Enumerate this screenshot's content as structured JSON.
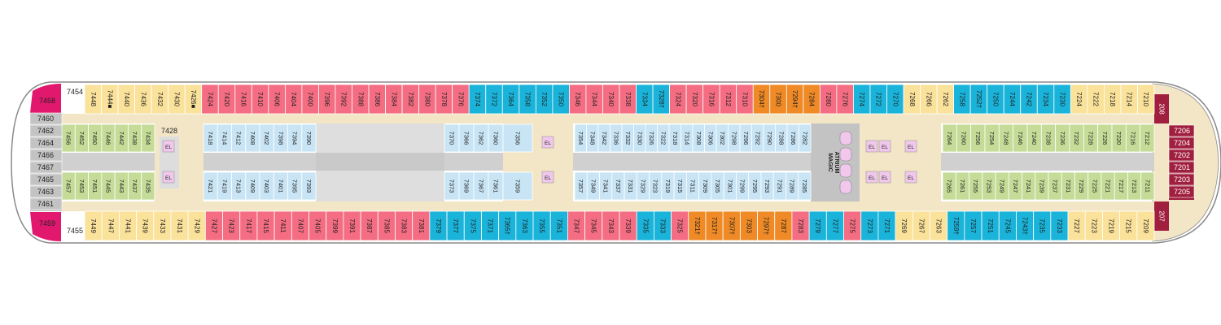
{
  "colors": {
    "pink": "#f46d83",
    "blue": "#1ab4da",
    "orange": "#ef8a26",
    "magenta": "#e2186f",
    "yellow": "#fbe29b",
    "green": "#c4dc97",
    "light_blue": "#c9e5f5",
    "corridor": "#f3e6c6",
    "gray": "#c3c3c3",
    "lavender": "#f1c8ec",
    "dark_red": "#a01e3e",
    "hull": "#ffffff",
    "hull_outline": "#8a8a8a",
    "text": "#222222"
  },
  "atrium_label": [
    "MAGIC",
    "ATRIUM"
  ],
  "elevator_label": "EL",
  "bow_top": [
    "7206",
    "7204",
    "7202",
    "7201",
    "7203",
    "7205"
  ],
  "bow_tip": [
    "208",
    "207"
  ],
  "port_labels": [
    "7458",
    "7459"
  ],
  "aft_gray": [
    "7460",
    "7462",
    "7464",
    "7466",
    "7467",
    "7465",
    "7463",
    "7461"
  ],
  "aft_small": [
    "7454",
    "7455"
  ],
  "inner_label": "7428",
  "top_row": [
    {
      "n": "7448",
      "c": "yellow"
    },
    {
      "n": "7444■",
      "c": "yellow"
    },
    {
      "n": "7440",
      "c": "yellow"
    },
    {
      "n": "7436",
      "c": "yellow"
    },
    {
      "n": "7432",
      "c": "yellow"
    },
    {
      "n": "7430",
      "c": "yellow"
    },
    {
      "n": "7426■",
      "c": "yellow"
    },
    {
      "n": "7424",
      "c": "pink"
    },
    {
      "n": "7420",
      "c": "pink"
    },
    {
      "n": "7416",
      "c": "pink"
    },
    {
      "n": "7410",
      "c": "pink"
    },
    {
      "n": "7406",
      "c": "pink"
    },
    {
      "n": "7404",
      "c": "pink"
    },
    {
      "n": "7400",
      "c": "pink"
    },
    {
      "n": "7396",
      "c": "pink"
    },
    {
      "n": "7392",
      "c": "pink"
    },
    {
      "n": "7388",
      "c": "pink"
    },
    {
      "n": "7386",
      "c": "pink"
    },
    {
      "n": "7384",
      "c": "pink"
    },
    {
      "n": "7382",
      "c": "pink"
    },
    {
      "n": "7380",
      "c": "pink"
    },
    {
      "n": "7378",
      "c": "pink"
    },
    {
      "n": "7376",
      "c": "pink"
    },
    {
      "n": "7374",
      "c": "blue"
    },
    {
      "n": "7372",
      "c": "blue"
    },
    {
      "n": "7364",
      "c": "blue"
    },
    {
      "n": "7358",
      "c": "blue"
    },
    {
      "n": "7352",
      "c": "blue"
    },
    {
      "n": "7350",
      "c": "blue"
    },
    {
      "n": "7346",
      "c": "pink"
    },
    {
      "n": "7344",
      "c": "pink"
    },
    {
      "n": "7340",
      "c": "pink"
    },
    {
      "n": "7338",
      "c": "pink"
    },
    {
      "n": "7334",
      "c": "blue"
    },
    {
      "n": "7328†",
      "c": "blue"
    },
    {
      "n": "7324",
      "c": "pink"
    },
    {
      "n": "7320",
      "c": "pink"
    },
    {
      "n": "7316",
      "c": "pink"
    },
    {
      "n": "7312",
      "c": "pink"
    },
    {
      "n": "7310",
      "c": "pink"
    },
    {
      "n": "7304†",
      "c": "orange"
    },
    {
      "n": "7300",
      "c": "orange"
    },
    {
      "n": "7294†",
      "c": "orange"
    },
    {
      "n": "7284",
      "c": "orange"
    },
    {
      "n": "7280",
      "c": "pink"
    },
    {
      "n": "7276",
      "c": "pink"
    },
    {
      "n": "7274",
      "c": "blue"
    },
    {
      "n": "7272",
      "c": "blue"
    },
    {
      "n": "7270",
      "c": "blue"
    },
    {
      "n": "7268",
      "c": "yellow"
    },
    {
      "n": "7266",
      "c": "yellow"
    },
    {
      "n": "7262",
      "c": "yellow"
    },
    {
      "n": "7258",
      "c": "blue"
    },
    {
      "n": "7252†",
      "c": "blue"
    },
    {
      "n": "7250",
      "c": "blue"
    },
    {
      "n": "7244",
      "c": "blue"
    },
    {
      "n": "7242",
      "c": "blue"
    },
    {
      "n": "7234",
      "c": "blue"
    },
    {
      "n": "7230",
      "c": "blue"
    },
    {
      "n": "7224",
      "c": "yellow"
    },
    {
      "n": "7222",
      "c": "yellow"
    },
    {
      "n": "7218",
      "c": "yellow"
    },
    {
      "n": "7214",
      "c": "yellow"
    },
    {
      "n": "7210",
      "c": "yellow"
    }
  ],
  "bottom_row": [
    {
      "n": "7449",
      "c": "yellow"
    },
    {
      "n": "7447",
      "c": "yellow"
    },
    {
      "n": "7441",
      "c": "yellow"
    },
    {
      "n": "7439",
      "c": "yellow"
    },
    {
      "n": "7433",
      "c": "yellow"
    },
    {
      "n": "7431",
      "c": "yellow"
    },
    {
      "n": "7429",
      "c": "yellow"
    },
    {
      "n": "7427",
      "c": "pink"
    },
    {
      "n": "7423",
      "c": "pink"
    },
    {
      "n": "7417",
      "c": "pink"
    },
    {
      "n": "7415",
      "c": "pink"
    },
    {
      "n": "7411",
      "c": "pink"
    },
    {
      "n": "7407",
      "c": "pink"
    },
    {
      "n": "7405",
      "c": "pink"
    },
    {
      "n": "7399",
      "c": "pink"
    },
    {
      "n": "7391",
      "c": "pink"
    },
    {
      "n": "7387",
      "c": "pink"
    },
    {
      "n": "7385",
      "c": "pink"
    },
    {
      "n": "7383",
      "c": "pink"
    },
    {
      "n": "7381",
      "c": "pink"
    },
    {
      "n": "7379",
      "c": "blue"
    },
    {
      "n": "7377",
      "c": "blue"
    },
    {
      "n": "7375",
      "c": "blue"
    },
    {
      "n": "7371",
      "c": "blue"
    },
    {
      "n": "7365†",
      "c": "blue"
    },
    {
      "n": "7363",
      "c": "blue"
    },
    {
      "n": "7355",
      "c": "blue"
    },
    {
      "n": "7351",
      "c": "blue"
    },
    {
      "n": "7347",
      "c": "pink"
    },
    {
      "n": "7345",
      "c": "pink"
    },
    {
      "n": "7343",
      "c": "pink"
    },
    {
      "n": "7339",
      "c": "pink"
    },
    {
      "n": "7335",
      "c": "blue"
    },
    {
      "n": "7333",
      "c": "blue"
    },
    {
      "n": "7325",
      "c": "pink"
    },
    {
      "n": "7321†",
      "c": "orange"
    },
    {
      "n": "7317†",
      "c": "orange"
    },
    {
      "n": "7307†",
      "c": "orange"
    },
    {
      "n": "7303",
      "c": "orange"
    },
    {
      "n": "7297†",
      "c": "orange"
    },
    {
      "n": "7287",
      "c": "orange"
    },
    {
      "n": "7283",
      "c": "pink"
    },
    {
      "n": "7279",
      "c": "blue"
    },
    {
      "n": "7277",
      "c": "blue"
    },
    {
      "n": "7275",
      "c": "pink"
    },
    {
      "n": "7273",
      "c": "blue"
    },
    {
      "n": "7271",
      "c": "blue"
    },
    {
      "n": "7269",
      "c": "yellow"
    },
    {
      "n": "7267",
      "c": "yellow"
    },
    {
      "n": "7263",
      "c": "yellow"
    },
    {
      "n": "7259†",
      "c": "blue"
    },
    {
      "n": "7257",
      "c": "blue"
    },
    {
      "n": "7251",
      "c": "blue"
    },
    {
      "n": "7245",
      "c": "blue"
    },
    {
      "n": "7243†",
      "c": "blue"
    },
    {
      "n": "7235",
      "c": "blue"
    },
    {
      "n": "7233",
      "c": "blue"
    },
    {
      "n": "7227",
      "c": "yellow"
    },
    {
      "n": "7223",
      "c": "yellow"
    },
    {
      "n": "7219",
      "c": "yellow"
    },
    {
      "n": "7215",
      "c": "yellow"
    },
    {
      "n": "7209",
      "c": "yellow"
    }
  ],
  "inner_upper": [
    {
      "n": "7456",
      "c": "green"
    },
    {
      "n": "7452",
      "c": "green"
    },
    {
      "n": "7450",
      "c": "green"
    },
    {
      "n": "7446",
      "c": "green"
    },
    {
      "n": "7442",
      "c": "green"
    },
    {
      "n": "7438",
      "c": "green"
    },
    {
      "n": "7434",
      "c": "green"
    },
    {
      "n": "7418",
      "c": "light_blue"
    },
    {
      "n": "7414",
      "c": "light_blue"
    },
    {
      "n": "7412",
      "c": "light_blue"
    },
    {
      "n": "7408",
      "c": "light_blue"
    },
    {
      "n": "7402",
      "c": "light_blue"
    },
    {
      "n": "7398",
      "c": "light_blue"
    },
    {
      "n": "7394",
      "c": "light_blue"
    },
    {
      "n": "7390",
      "c": "light_blue"
    },
    {
      "n": "7370",
      "c": "light_blue"
    },
    {
      "n": "7366",
      "c": "light_blue"
    },
    {
      "n": "7362",
      "c": "light_blue"
    },
    {
      "n": "7360",
      "c": "light_blue"
    },
    {
      "n": "7356",
      "c": "light_blue"
    },
    {
      "n": "7354",
      "c": "light_blue"
    },
    {
      "n": "7348",
      "c": "light_blue"
    },
    {
      "n": "7342",
      "c": "light_blue"
    },
    {
      "n": "7336",
      "c": "light_blue"
    },
    {
      "n": "7332",
      "c": "light_blue"
    },
    {
      "n": "7330",
      "c": "light_blue"
    },
    {
      "n": "7326",
      "c": "light_blue"
    },
    {
      "n": "7322",
      "c": "light_blue"
    },
    {
      "n": "7318",
      "c": "light_blue"
    },
    {
      "n": "7314",
      "c": "light_blue"
    },
    {
      "n": "7308",
      "c": "light_blue"
    },
    {
      "n": "7306",
      "c": "light_blue"
    },
    {
      "n": "7302",
      "c": "light_blue"
    },
    {
      "n": "7298",
      "c": "light_blue"
    },
    {
      "n": "7296",
      "c": "light_blue"
    },
    {
      "n": "7292",
      "c": "light_blue"
    },
    {
      "n": "7290",
      "c": "light_blue"
    },
    {
      "n": "7288",
      "c": "light_blue"
    },
    {
      "n": "7286",
      "c": "light_blue"
    },
    {
      "n": "7282",
      "c": "light_blue"
    },
    {
      "n": "7264",
      "c": "green"
    },
    {
      "n": "7260",
      "c": "green"
    },
    {
      "n": "7256",
      "c": "green"
    },
    {
      "n": "7254",
      "c": "green"
    },
    {
      "n": "7248",
      "c": "green"
    },
    {
      "n": "7246",
      "c": "green"
    },
    {
      "n": "7240",
      "c": "green"
    },
    {
      "n": "7238",
      "c": "green"
    },
    {
      "n": "7236",
      "c": "green"
    },
    {
      "n": "7232",
      "c": "green"
    },
    {
      "n": "7228",
      "c": "green"
    },
    {
      "n": "7226",
      "c": "green"
    },
    {
      "n": "7220",
      "c": "green"
    },
    {
      "n": "7216",
      "c": "green"
    },
    {
      "n": "7212",
      "c": "green"
    }
  ],
  "inner_lower": [
    {
      "n": "7457",
      "c": "green"
    },
    {
      "n": "7453",
      "c": "green"
    },
    {
      "n": "7451",
      "c": "green"
    },
    {
      "n": "7445",
      "c": "green"
    },
    {
      "n": "7443",
      "c": "green"
    },
    {
      "n": "7437",
      "c": "green"
    },
    {
      "n": "7435",
      "c": "green"
    },
    {
      "n": "7421",
      "c": "light_blue"
    },
    {
      "n": "7419",
      "c": "light_blue"
    },
    {
      "n": "7413",
      "c": "light_blue"
    },
    {
      "n": "7409",
      "c": "light_blue"
    },
    {
      "n": "7403",
      "c": "light_blue"
    },
    {
      "n": "7401",
      "c": "light_blue"
    },
    {
      "n": "7395",
      "c": "light_blue"
    },
    {
      "n": "7393",
      "c": "light_blue"
    },
    {
      "n": "7373",
      "c": "light_blue"
    },
    {
      "n": "7369",
      "c": "light_blue"
    },
    {
      "n": "7367",
      "c": "light_blue"
    },
    {
      "n": "7361",
      "c": "light_blue"
    },
    {
      "n": "7359",
      "c": "light_blue"
    },
    {
      "n": "7357",
      "c": "light_blue"
    },
    {
      "n": "7349",
      "c": "light_blue"
    },
    {
      "n": "7341",
      "c": "light_blue"
    },
    {
      "n": "7337",
      "c": "light_blue"
    },
    {
      "n": "7331",
      "c": "light_blue"
    },
    {
      "n": "7329",
      "c": "light_blue"
    },
    {
      "n": "7323",
      "c": "light_blue"
    },
    {
      "n": "7319",
      "c": "light_blue"
    },
    {
      "n": "7315",
      "c": "light_blue"
    },
    {
      "n": "7311",
      "c": "light_blue"
    },
    {
      "n": "7309",
      "c": "light_blue"
    },
    {
      "n": "7305",
      "c": "light_blue"
    },
    {
      "n": "7301",
      "c": "light_blue"
    },
    {
      "n": "7299",
      "c": "light_blue"
    },
    {
      "n": "7295",
      "c": "light_blue"
    },
    {
      "n": "7293",
      "c": "light_blue"
    },
    {
      "n": "7291",
      "c": "light_blue"
    },
    {
      "n": "7289",
      "c": "light_blue"
    },
    {
      "n": "7285",
      "c": "light_blue"
    },
    {
      "n": "7265",
      "c": "green"
    },
    {
      "n": "7261",
      "c": "green"
    },
    {
      "n": "7255",
      "c": "green"
    },
    {
      "n": "7253",
      "c": "green"
    },
    {
      "n": "7249",
      "c": "green"
    },
    {
      "n": "7247",
      "c": "green"
    },
    {
      "n": "7241",
      "c": "green"
    },
    {
      "n": "7239",
      "c": "green"
    },
    {
      "n": "7237",
      "c": "green"
    },
    {
      "n": "7231",
      "c": "green"
    },
    {
      "n": "7229",
      "c": "green"
    },
    {
      "n": "7225",
      "c": "green"
    },
    {
      "n": "7221",
      "c": "green"
    },
    {
      "n": "7217",
      "c": "green"
    },
    {
      "n": "7213",
      "c": "green"
    },
    {
      "n": "7211",
      "c": "green"
    }
  ]
}
